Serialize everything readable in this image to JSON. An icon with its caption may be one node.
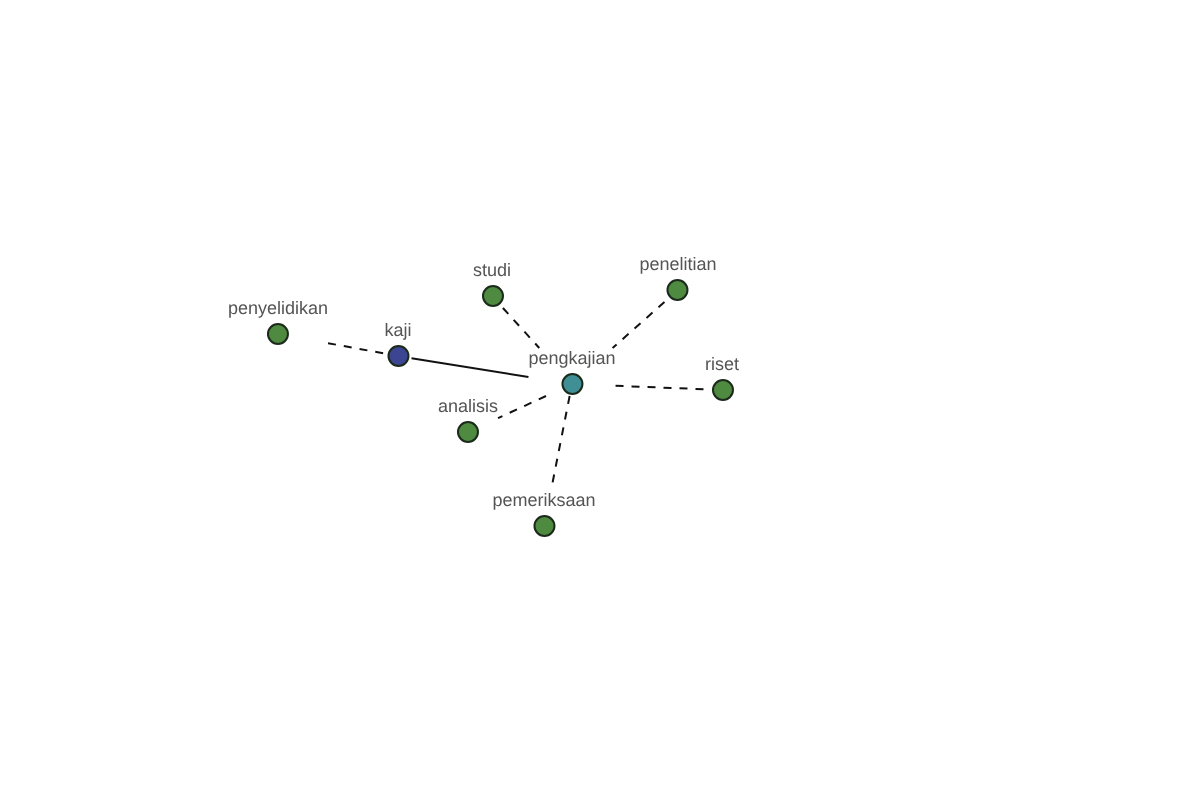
{
  "diagram": {
    "nodes": [
      {
        "text": [
          "penelitian"
        ]
      },
      {
        "text": [
          "studi"
        ]
      },
      {
        "text": [
          "penyelidikan"
        ]
      },
      {
        "text": [
          "kaji"
        ]
      },
      {
        "text": [
          "pengkajian"
        ]
      },
      {
        "text": [
          "riset"
        ]
      },
      {
        "text": [
          "analisis"
        ]
      },
      {
        "text": [
          "pemeriksaan"
        ]
      }
    ],
    "edges": [
      {
        "from": 2,
        "to": 3,
        "arrow": "none",
        "style": "dashed"
      },
      {
        "from": 3,
        "to": 4,
        "arrow": "none"
      },
      {
        "from": 1,
        "to": 4,
        "arrow": "none",
        "style": "dashed"
      },
      {
        "from": 0,
        "to": 4,
        "arrow": "none",
        "style": "dashed"
      },
      {
        "from": 4,
        "to": 5,
        "arrow": "none",
        "style": "dashed"
      },
      {
        "from": 4,
        "to": 6,
        "arrow": "none",
        "style": "dashed"
      },
      {
        "from": 4,
        "to": 7,
        "arrow": "none",
        "style": "dashed"
      }
    ]
  }
}
